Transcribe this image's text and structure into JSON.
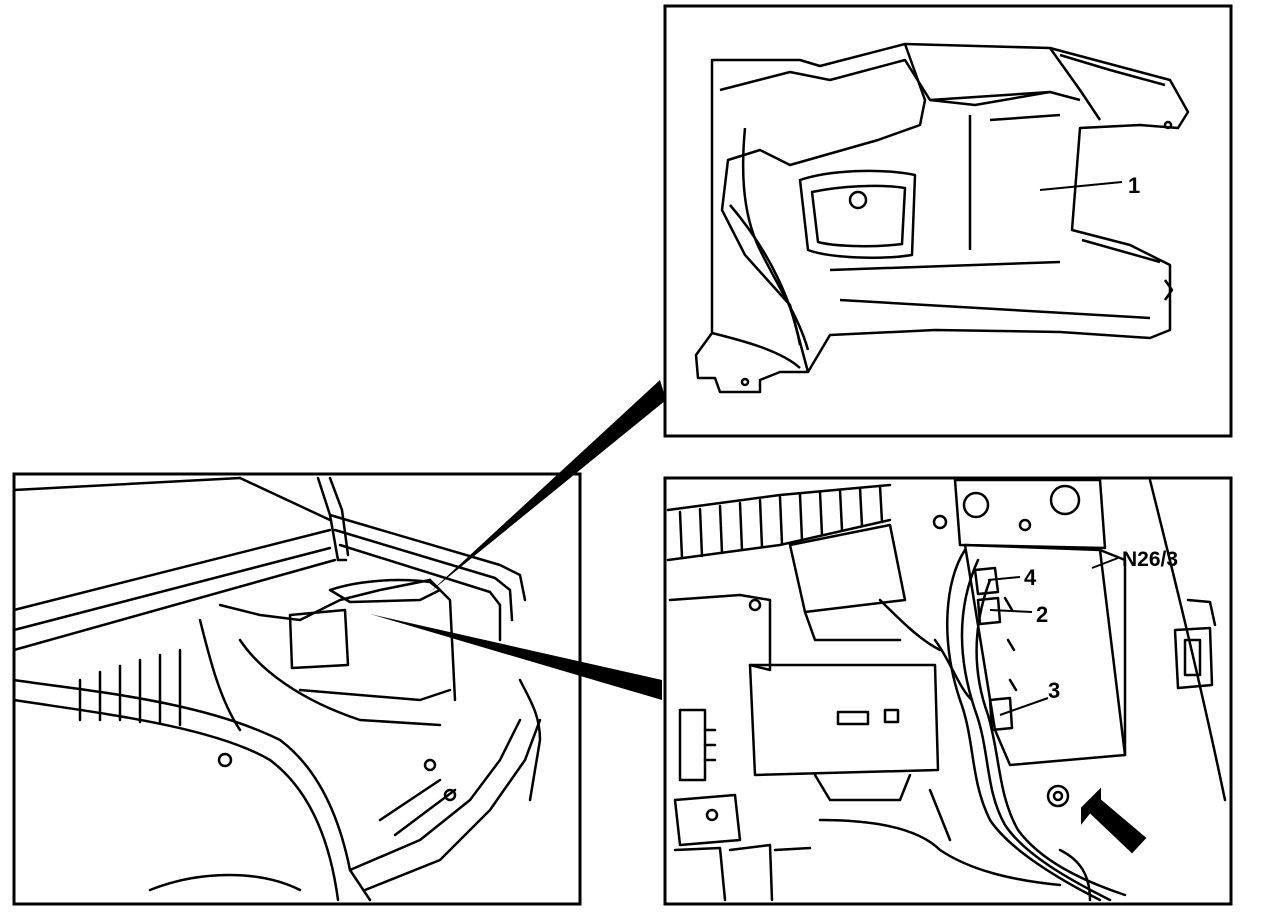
{
  "callouts": {
    "part_1": "1",
    "part_2": "2",
    "part_3": "3",
    "part_4": "4",
    "module": "N26/3"
  }
}
